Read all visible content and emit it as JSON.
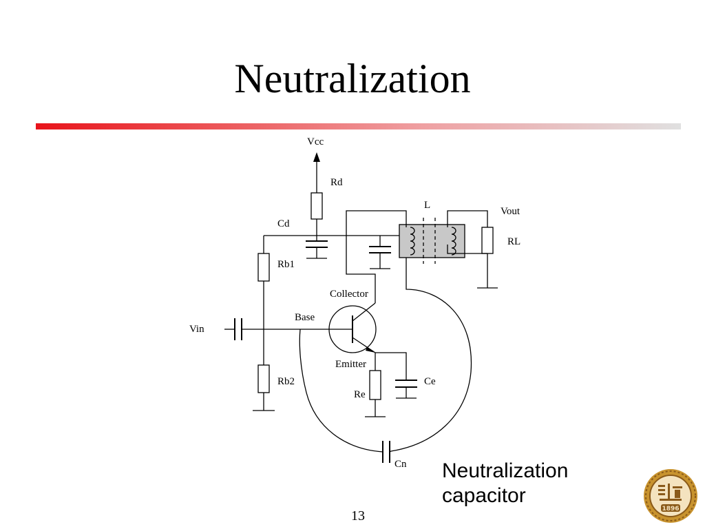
{
  "slide": {
    "title": "Neutralization",
    "page_number": "13"
  },
  "circuit": {
    "labels": {
      "vcc": "Vcc",
      "rd": "Rd",
      "cd": "Cd",
      "l": "L",
      "vout": "Vout",
      "rl": "RL",
      "rb1": "Rb1",
      "collector": "Collector",
      "base": "Base",
      "vin": "Vin",
      "emitter": "Emitter",
      "rb2": "Rb2",
      "re": "Re",
      "ce": "Ce",
      "cn": "Cn"
    }
  },
  "callout": {
    "line1": "Neutralization",
    "line2": "capacitor"
  },
  "logo": {
    "year": "1896",
    "colors": {
      "gold": "#c8932e",
      "brown": "#8a5a1a"
    }
  }
}
